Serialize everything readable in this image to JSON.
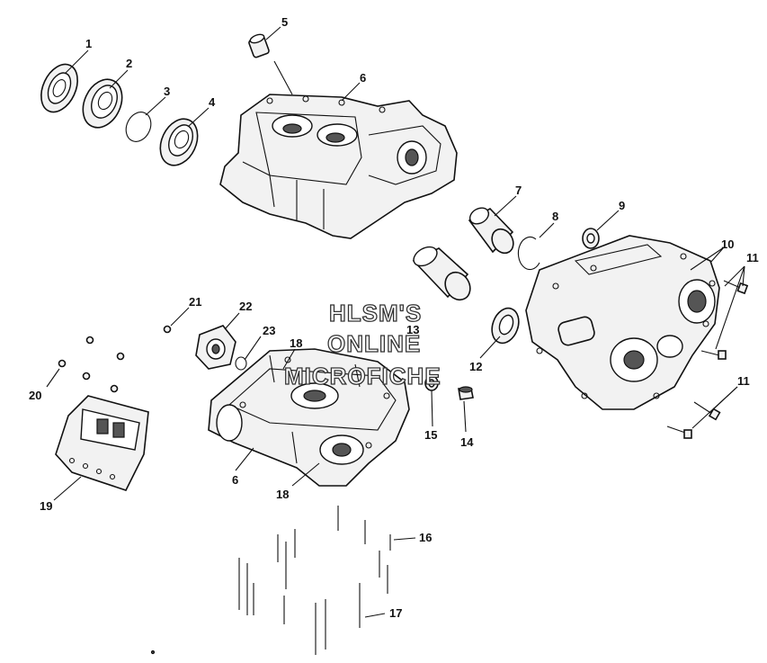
{
  "watermark": [
    "HLSM'S",
    "ONLINE",
    "MICROFICHE"
  ],
  "callouts": {
    "c1": "1",
    "c2": "2",
    "c3": "3",
    "c4": "4",
    "c5": "5",
    "c6a": "6",
    "c6b": "6",
    "c7": "7",
    "c8": "8",
    "c9": "9",
    "c10": "10",
    "c11a": "11",
    "c11b": "11",
    "c12": "12",
    "c13": "13",
    "c14": "14",
    "c15": "15",
    "c16": "16",
    "c17": "17",
    "c18a": "18",
    "c18b": "18",
    "c19": "19",
    "c20": "20",
    "c21": "21",
    "c22": "22",
    "c23": "23"
  }
}
